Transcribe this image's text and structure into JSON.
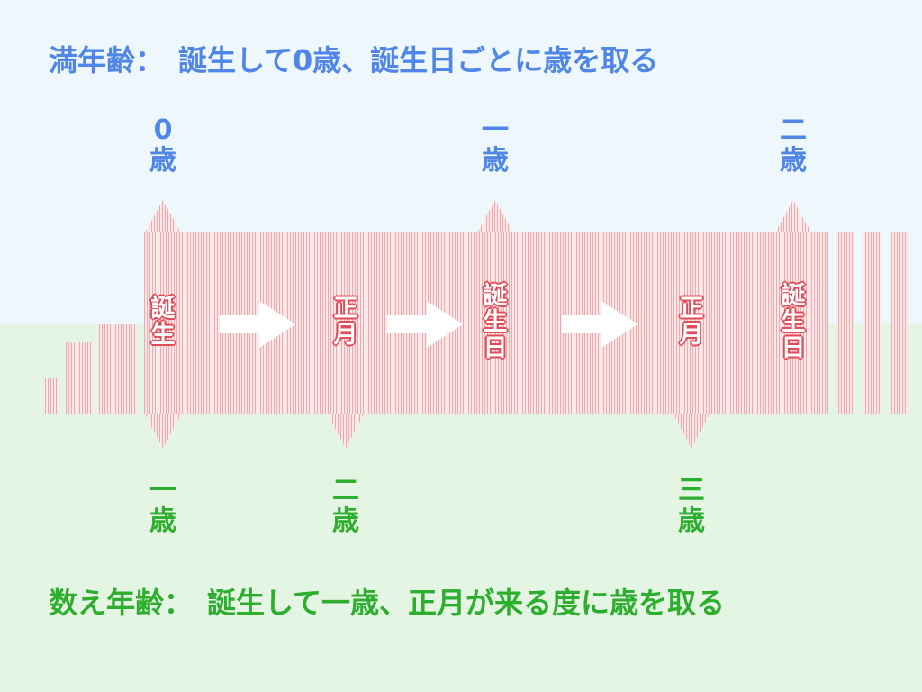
{
  "top_caption": "満年齢：　誕生して0歳、誕生日ごとに歳を取る",
  "bottom_caption": "数え年齢：　誕生して一歳、正月が来る度に歳を取る",
  "top_ages": [
    {
      "num": "0",
      "unit": "歳"
    },
    {
      "num": "一",
      "unit": "歳"
    },
    {
      "num": "二",
      "unit": "歳"
    }
  ],
  "bottom_ages": [
    {
      "num": "一",
      "unit": "歳"
    },
    {
      "num": "二",
      "unit": "歳"
    },
    {
      "num": "三",
      "unit": "歳"
    }
  ],
  "events": [
    {
      "c1": "誕",
      "c2": "生",
      "c3": ""
    },
    {
      "c1": "正",
      "c2": "月",
      "c3": ""
    },
    {
      "c1": "誕",
      "c2": "生",
      "c3": "日"
    },
    {
      "c1": "正",
      "c2": "月",
      "c3": ""
    },
    {
      "c1": "誕",
      "c2": "生",
      "c3": "日"
    }
  ],
  "colors": {
    "top_text": "#4f86e8",
    "bottom_text": "#2eae2e",
    "band_stripe": "#f2a7ab",
    "event_outline": "#e24b58"
  }
}
